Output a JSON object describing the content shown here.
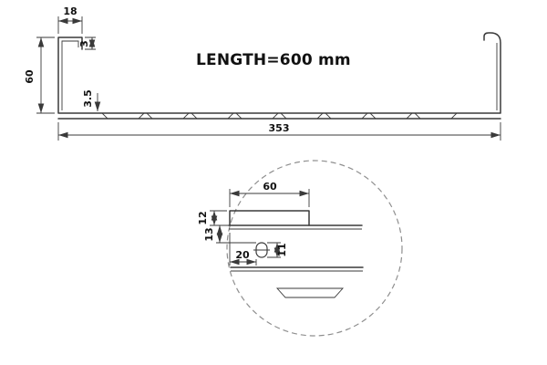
{
  "drawing": {
    "title": "LENGTH=600 mm",
    "main_view": {
      "flange_width": "18",
      "lip_height": "3",
      "profile_height": "60",
      "base_thickness": "3.5",
      "base_width": "353"
    },
    "detail_view": {
      "tab_width": "60",
      "tab_height": "12",
      "slot_top_offset": "13",
      "slot_left_offset": "20",
      "slot_height": "11"
    },
    "colors": {
      "line": "#3a3a3a",
      "dashed_circle": "#8f8f8f",
      "text": "#111111",
      "background": "#ffffff"
    }
  }
}
